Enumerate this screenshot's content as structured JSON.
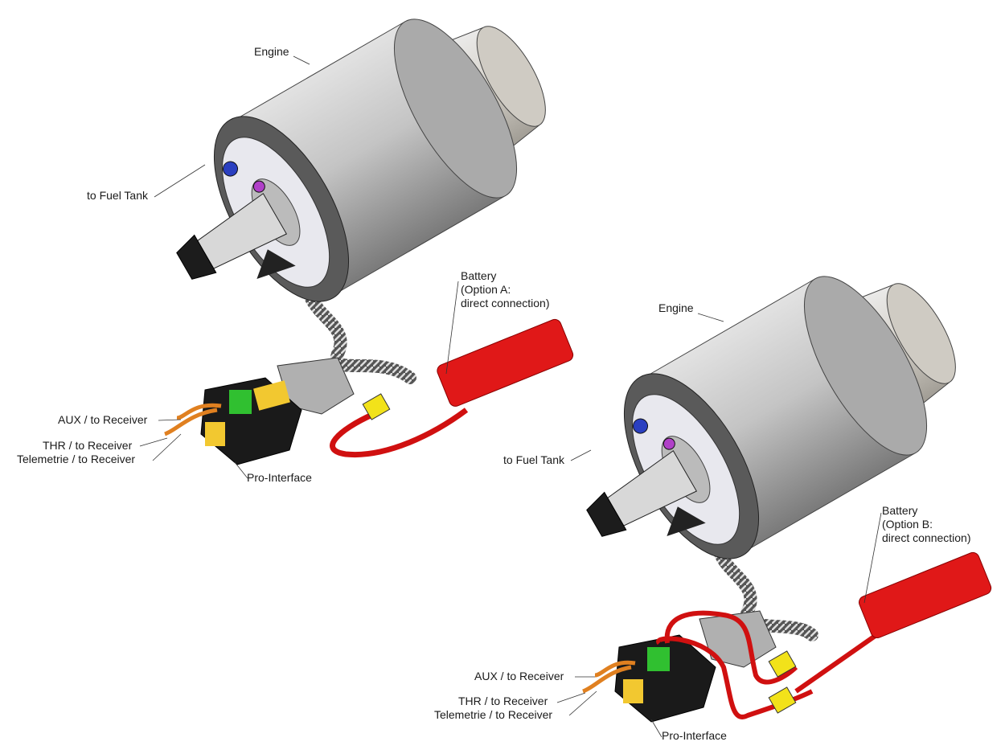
{
  "setup_a": {
    "engine": "Engine",
    "fuel": "to Fuel Tank",
    "battery": [
      "Battery",
      "(Option A:",
      "direct connection)"
    ],
    "aux": "AUX / to Receiver",
    "thr": "THR / to Receiver",
    "telemetry": "Telemetrie / to Receiver",
    "interface": "Pro-Interface"
  },
  "setup_b": {
    "engine": "Engine",
    "fuel": "to Fuel Tank",
    "battery": [
      "Battery",
      "(Option B:",
      "direct connection)"
    ],
    "aux": "AUX / to Receiver",
    "thr": "THR / to Receiver",
    "telemetry": "Telemetrie / to Receiver",
    "interface": "Pro-Interface"
  },
  "colors": {
    "battery": "#e01818",
    "connector": "#f2e21a",
    "engine_body": "#b8b8b8",
    "front_ring": "#555555",
    "fuel_fitting": "#2a3fc0",
    "fuel_fitting_2": "#b040c8",
    "interface_board": "#30c030"
  }
}
